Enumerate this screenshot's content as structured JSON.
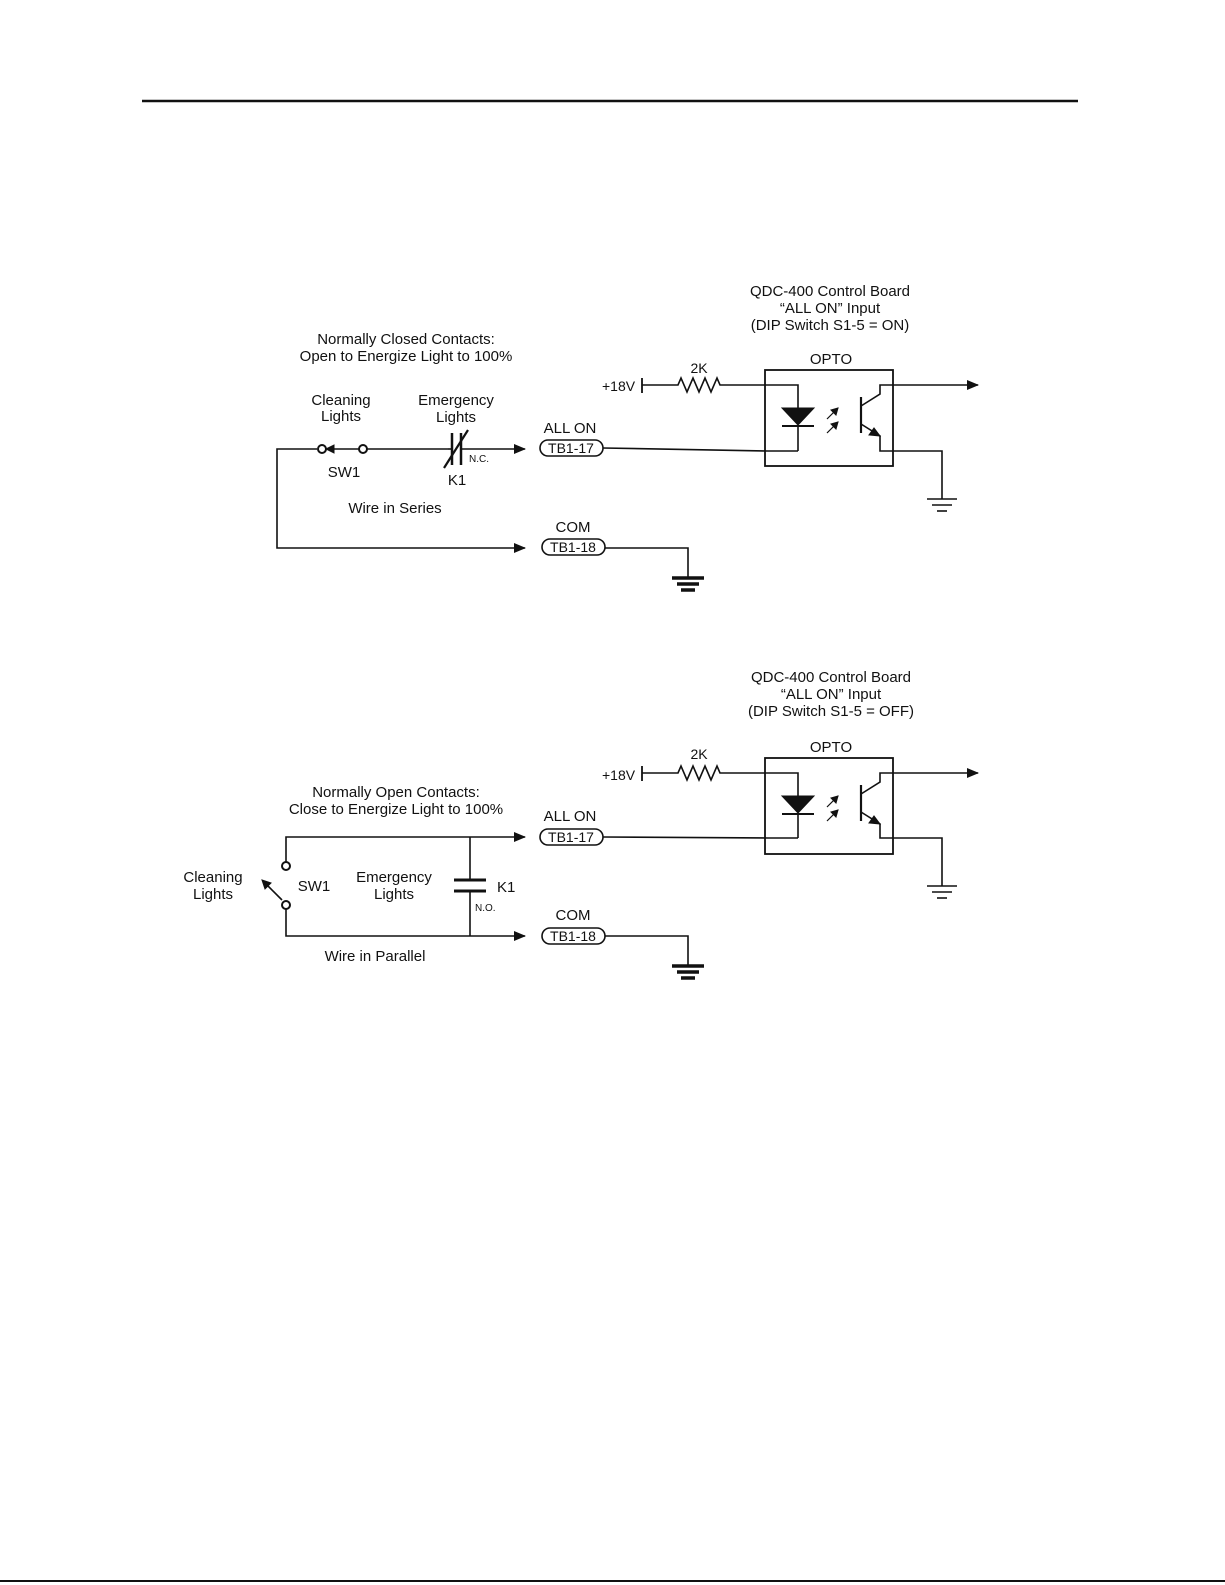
{
  "diagram1": {
    "board_title": [
      "QDC-400 Control Board",
      "“ALL ON” Input",
      "(DIP Switch S1-5 = ON)"
    ],
    "contacts_title": [
      "Normally Closed Contacts:",
      "Open to Energize Light to 100%"
    ],
    "cleaning_label": [
      "Cleaning",
      "Lights"
    ],
    "emergency_label": [
      "Emergency",
      "Lights"
    ],
    "sw_label": "SW1",
    "relay_label": "K1",
    "relay_contact": "N.C.",
    "wiring_note": "Wire in Series",
    "voltage": "+18V",
    "resistor": "2K",
    "opto": "OPTO",
    "all_on": "ALL ON",
    "tb_all_on": "TB1-17",
    "com": "COM",
    "tb_com": "TB1-18"
  },
  "diagram2": {
    "board_title": [
      "QDC-400 Control Board",
      "“ALL ON” Input",
      "(DIP Switch S1-5 = OFF)"
    ],
    "contacts_title": [
      "Normally Open Contacts:",
      "Close to Energize Light to 100%"
    ],
    "cleaning_label": [
      "Cleaning",
      "Lights"
    ],
    "emergency_label": [
      "Emergency",
      "Lights"
    ],
    "sw_label": "SW1",
    "relay_label": "K1",
    "relay_contact": "N.O.",
    "wiring_note": "Wire in Parallel",
    "voltage": "+18V",
    "resistor": "2K",
    "opto": "OPTO",
    "all_on": "ALL ON",
    "tb_all_on": "TB1-17",
    "com": "COM",
    "tb_com": "TB1-18"
  },
  "colors": {
    "ink": "#111111",
    "paper": "#ffffff"
  }
}
